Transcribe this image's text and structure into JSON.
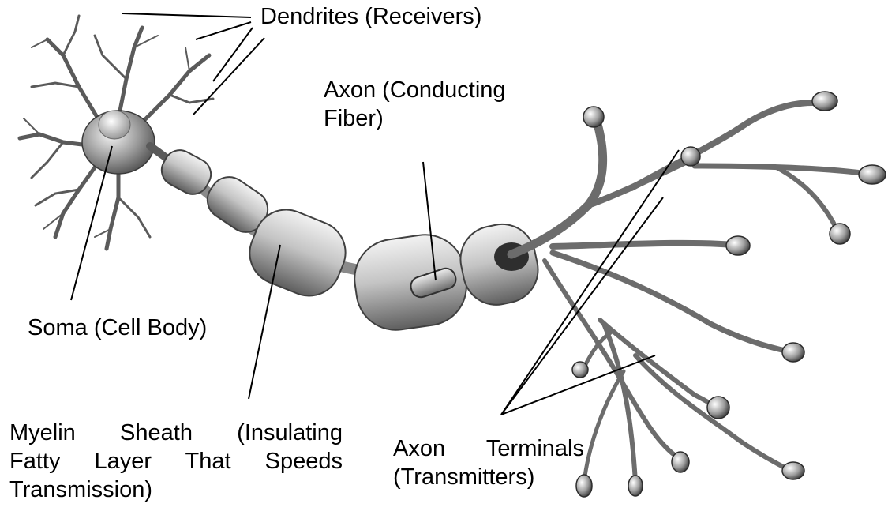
{
  "labels": {
    "dendrites": "Dendrites (Receivers)",
    "axon": {
      "line1": "Axon (Conducting",
      "line2": "Fiber)"
    },
    "soma": "Soma (Cell Body)",
    "myelin": {
      "line1": "Myelin Sheath (Insulating",
      "line2": "Fatty Layer That Speeds",
      "line3": "Transmission)"
    },
    "terminals": {
      "line1": "Axon Terminals",
      "line2": "(Transmitters)"
    }
  },
  "colors": {
    "text": "#000000",
    "leader_line": "#000000",
    "background": "#ffffff",
    "cell_light": "#e6e6e6",
    "cell_mid": "#a8a8a8",
    "cell_dark": "#555555"
  }
}
